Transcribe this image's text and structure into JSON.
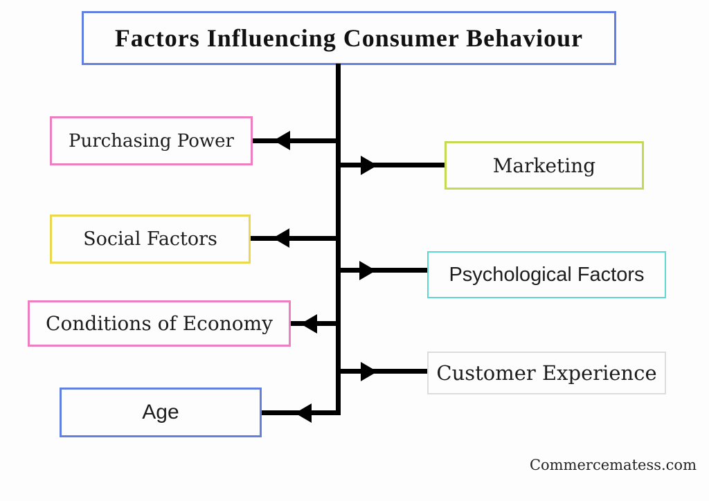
{
  "title": "Factors Influencing Consumer Behaviour",
  "watermark": "Commercematess.com",
  "colors": {
    "title_border": "#6280df",
    "connector": "#000000"
  },
  "left_factors": [
    {
      "label": "Purchasing Power",
      "border_color": "#ed7fc0"
    },
    {
      "label": "Social Factors",
      "border_color": "#ecd84f"
    },
    {
      "label": "Conditions of Economy",
      "border_color": "#ed7fc0"
    },
    {
      "label": "Age",
      "border_color": "#6280df"
    }
  ],
  "right_factors": [
    {
      "label": "Marketing",
      "border_color": "#c6d952"
    },
    {
      "label": "Psychological Factors",
      "border_color": "#60d8d2"
    },
    {
      "label": "Customer Experience",
      "border_color": "#dcdcdc"
    }
  ]
}
